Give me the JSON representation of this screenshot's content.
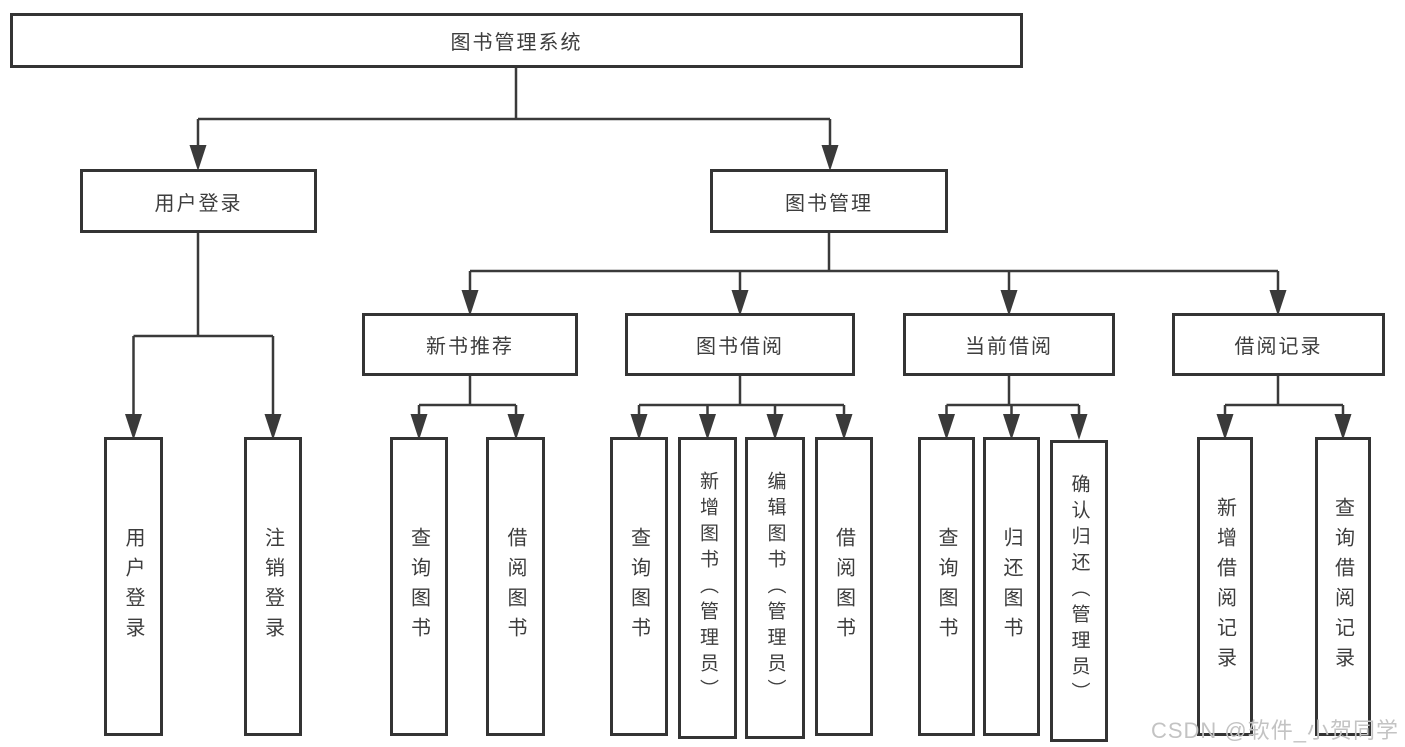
{
  "colors": {
    "line": "#3a3a3a",
    "box_border": "#343434",
    "box_fill": "#ffffff",
    "text": "#3d3d3d",
    "watermark": "#c3c3c3",
    "background": "#ffffff"
  },
  "diagram": {
    "type": "tree-structure-diagram",
    "root": {
      "label": "图书管理系统"
    },
    "user_branch": {
      "label": "用户登录",
      "children": [
        {
          "label": "用户登录"
        },
        {
          "label": "注销登录"
        }
      ]
    },
    "mgmt_branch": {
      "label": "图书管理",
      "sections": [
        {
          "label": "新书推荐",
          "children": [
            {
              "label": "查询图书"
            },
            {
              "label": "借阅图书"
            }
          ]
        },
        {
          "label": "图书借阅",
          "children": [
            {
              "label": "查询图书"
            },
            {
              "label": "新增图书（管理员）"
            },
            {
              "label": "编辑图书（管理员）"
            },
            {
              "label": "借阅图书"
            }
          ]
        },
        {
          "label": "当前借阅",
          "children": [
            {
              "label": "查询图书"
            },
            {
              "label": "归还图书"
            },
            {
              "label": "确认归还（管理员）"
            }
          ]
        },
        {
          "label": "借阅记录",
          "children": [
            {
              "label": "新增借阅记录"
            },
            {
              "label": "查询借阅记录"
            }
          ]
        }
      ]
    }
  },
  "watermark": {
    "text": "CSDN @软件_小贺同学"
  }
}
